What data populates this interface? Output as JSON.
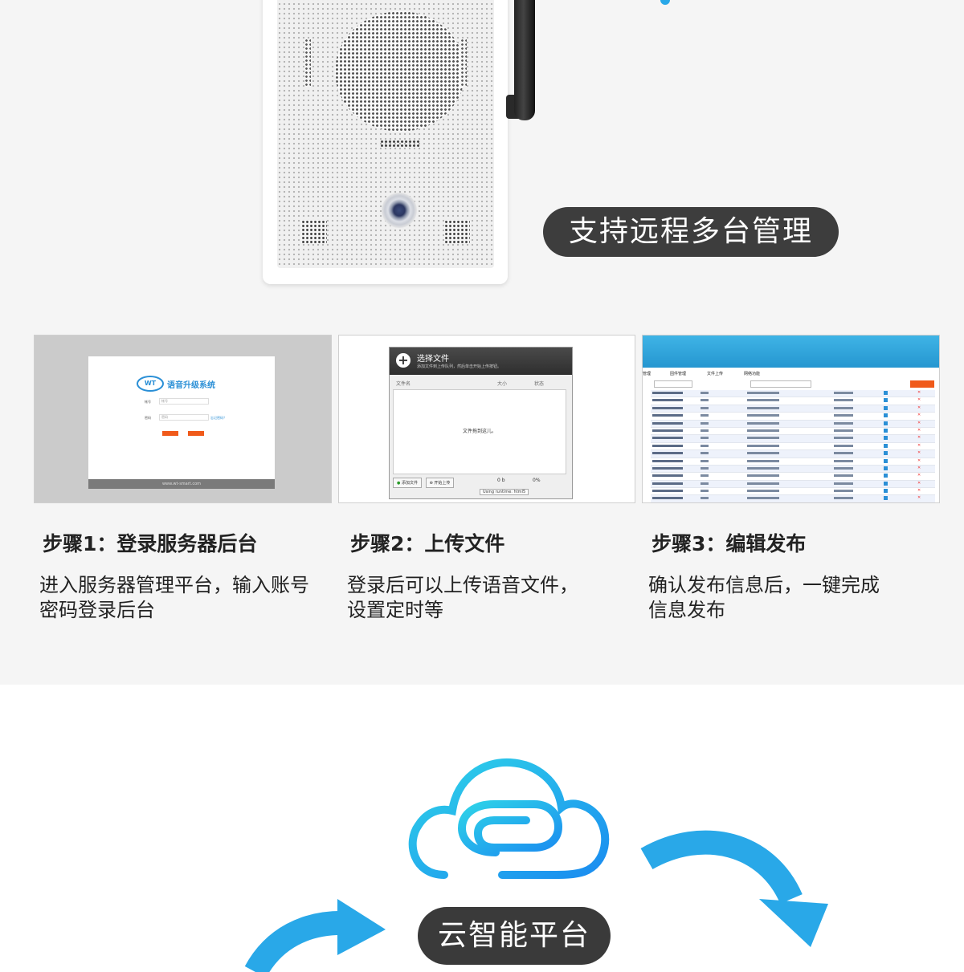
{
  "hero": {
    "badge": "支持远程多台管理"
  },
  "cards": {
    "login": {
      "logo": "WT",
      "title": "语音升级系统",
      "user_label": "帐号",
      "user_value": "帐号",
      "pass_label": "密码",
      "pass_value": "密码",
      "link": "忘记密码？",
      "footer": "www.wt-smart.com"
    },
    "upload": {
      "title": "选择文件",
      "subtitle": "添加文件到上传队列，然后单击开始上传按钮。",
      "col_name": "文件名",
      "col_size": "大小",
      "col_status": "状态",
      "empty": "文件拖到这儿。",
      "add_button": "添加文件",
      "start_button": "开始上传",
      "size_total": "0 b",
      "percent": "0%",
      "runtime": "Using runtime: html5"
    },
    "publish": {
      "tabs": [
        "管理",
        "固件管理",
        "文件上传",
        "网络功能"
      ],
      "row_count": 15
    }
  },
  "steps": [
    {
      "title": "步骤1：登录服务器后台",
      "desc_line1": "进入服务器管理平台，输入账号",
      "desc_line2": "密码登录后台"
    },
    {
      "title": "步骤2：上传文件",
      "desc_line1": "登录后可以上传语音文件，",
      "desc_line2": "设置定时等"
    },
    {
      "title": "步骤3：编辑发布",
      "desc_line1": "确认发布信息后，一键完成",
      "desc_line2": "信息发布"
    }
  ],
  "platform": {
    "badge": "云智能平台"
  },
  "colors": {
    "accent_blue": "#29a8e8",
    "badge_bg": "#3a3a3a",
    "orange": "#f05a1a"
  }
}
